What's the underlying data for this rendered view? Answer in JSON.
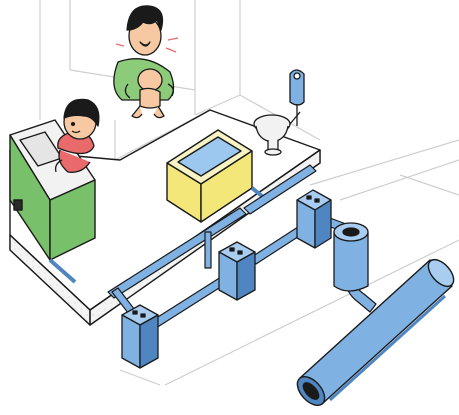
{
  "figure": {
    "subject": "house-drainage-illustration",
    "elements": [
      "sink",
      "washing-machine",
      "toilet",
      "water-heater",
      "drain-pipes",
      "inspection-boxes",
      "trap",
      "sewer-main",
      "father",
      "baby",
      "mother"
    ]
  },
  "colors": {
    "pipe_blue": "#7fb2e3",
    "pipe_blue_dark": "#4f86c2",
    "counter_green": "#79c06a",
    "washer_yellow": "#f3e77a",
    "washer_water": "#9cc8ef",
    "skin": "#f6c9a2",
    "shirt_red": "#e96a6a",
    "shirt_green": "#8ccb79",
    "line": "#1a1a1a"
  }
}
